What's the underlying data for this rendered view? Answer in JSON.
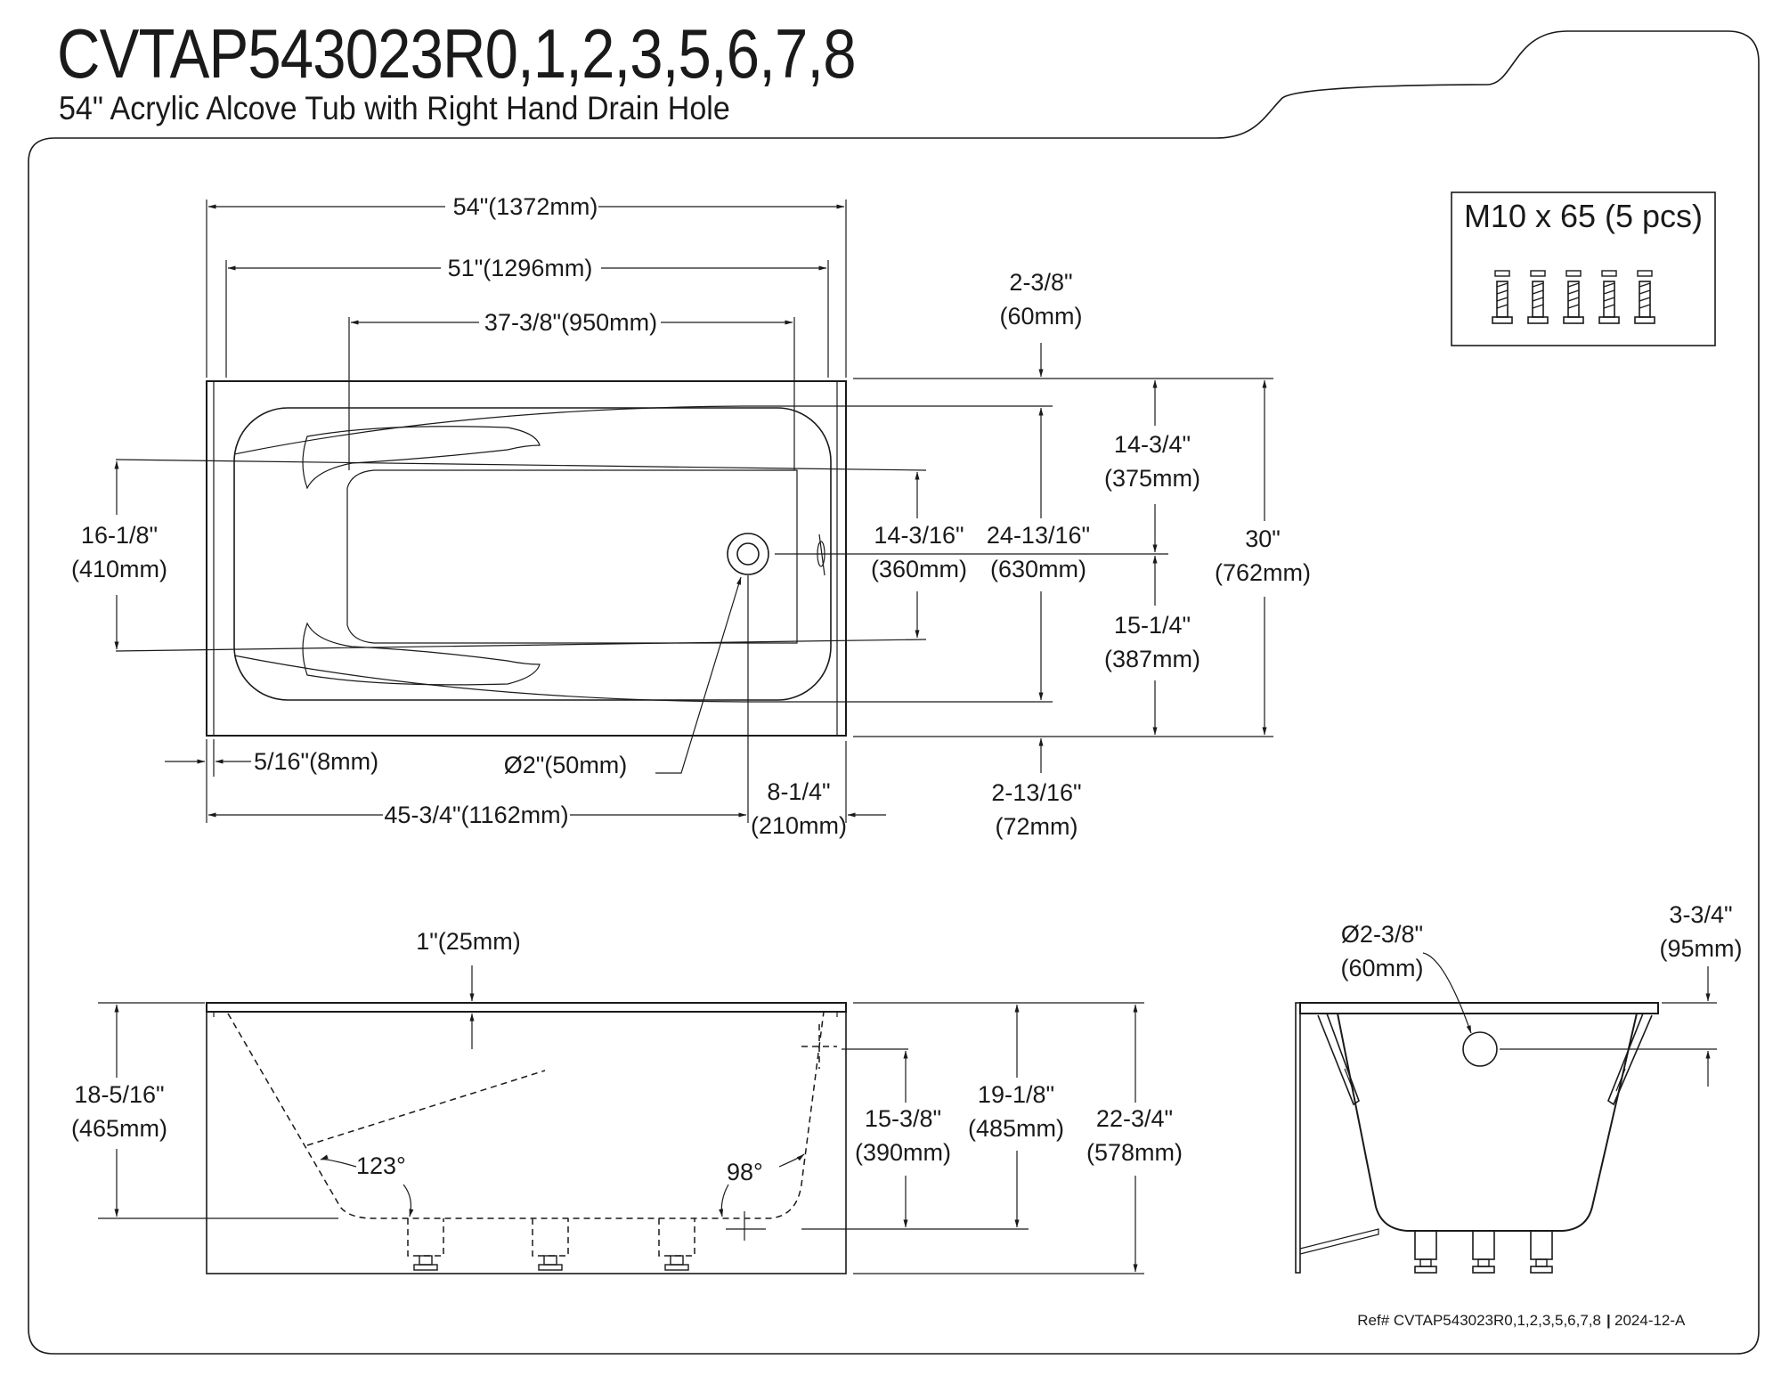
{
  "header": {
    "title": "CVTAP543023R0,1,2,3,5,6,7,8",
    "subtitle": "54\" Acrylic Alcove Tub with Right Hand Drain Hole"
  },
  "hardware_kit": {
    "label": "M10 x 65 (5 pcs)",
    "count": 5
  },
  "top_view": {
    "overall_length": "54\"(1372mm)",
    "inner_length": "51\"(1296mm)",
    "basin_floor_length": "37-3/8\"(950mm)",
    "rim_top": {
      "line1": "2-3/8\"",
      "line2": "(60mm)"
    },
    "drain_to_back": {
      "line1": "14-3/4\"",
      "line2": "(375mm)"
    },
    "overall_width": {
      "line1": "30\"",
      "line2": "(762mm)"
    },
    "basin_width": {
      "line1": "24-13/16\"",
      "line2": "(630mm)"
    },
    "floor_width": {
      "line1": "14-3/16\"",
      "line2": "(360mm)"
    },
    "armrest_span": {
      "line1": "16-1/8\"",
      "line2": "(410mm)"
    },
    "drain_to_front": {
      "line1": "15-1/4\"",
      "line2": "(387mm)"
    },
    "rim_bottom": {
      "line1": "2-13/16\"",
      "line2": "(72mm)"
    },
    "flange": "5/16\"(8mm)",
    "drain_diameter": "Ø2\"(50mm)",
    "drain_offset_left": "45-3/4\"(1162mm)",
    "drain_offset_right": {
      "line1": "8-1/4\"",
      "line2": "(210mm)"
    }
  },
  "side_view": {
    "rim_thickness": "1\"(25mm)",
    "inner_depth": {
      "line1": "18-5/16\"",
      "line2": "(465mm)"
    },
    "overflow_height": {
      "line1": "15-3/8\"",
      "line2": "(390mm)"
    },
    "basin_depth": {
      "line1": "19-1/8\"",
      "line2": "(485mm)"
    },
    "overall_height": {
      "line1": "22-3/4\"",
      "line2": "(578mm)"
    },
    "back_angle": "123°",
    "front_angle": "98°"
  },
  "end_view": {
    "overflow_diameter": {
      "line1": "Ø2-3/8\"",
      "line2": "(60mm)"
    },
    "overflow_offset": {
      "line1": "3-3/4\"",
      "line2": "(95mm)"
    }
  },
  "footer": {
    "reference": "Ref# CVTAP543023R0,1,2,3,5,6,7,8",
    "separator": "|",
    "revision": "2024-12-A"
  }
}
